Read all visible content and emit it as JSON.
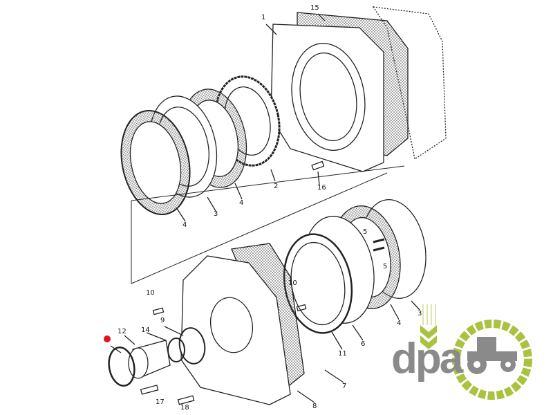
{
  "diagram": {
    "callouts": [
      {
        "id": "c15",
        "text": "15"
      },
      {
        "id": "c1",
        "text": "1"
      },
      {
        "id": "c2",
        "text": "2"
      },
      {
        "id": "c16",
        "text": "16"
      },
      {
        "id": "c4a",
        "text": "4"
      },
      {
        "id": "c3a",
        "text": "3"
      },
      {
        "id": "c4b",
        "text": "4"
      },
      {
        "id": "c5a",
        "text": "5"
      },
      {
        "id": "c5b",
        "text": "5"
      },
      {
        "id": "c10a",
        "text": "10"
      },
      {
        "id": "c11",
        "text": "11"
      },
      {
        "id": "c6",
        "text": "6"
      },
      {
        "id": "c4c",
        "text": "4"
      },
      {
        "id": "c3b",
        "text": "3"
      },
      {
        "id": "c7",
        "text": "7"
      },
      {
        "id": "c8",
        "text": "8"
      },
      {
        "id": "c10b",
        "text": "10"
      },
      {
        "id": "c9",
        "text": "9"
      },
      {
        "id": "c14",
        "text": "14"
      },
      {
        "id": "c12",
        "text": "12"
      },
      {
        "id": "c17",
        "text": "17"
      },
      {
        "id": "c18",
        "text": "18"
      }
    ],
    "highlight_color": "#e0141e"
  },
  "logo": {
    "text": "dpa",
    "green": "#a9c23f",
    "gray": "#8a8a8a"
  }
}
